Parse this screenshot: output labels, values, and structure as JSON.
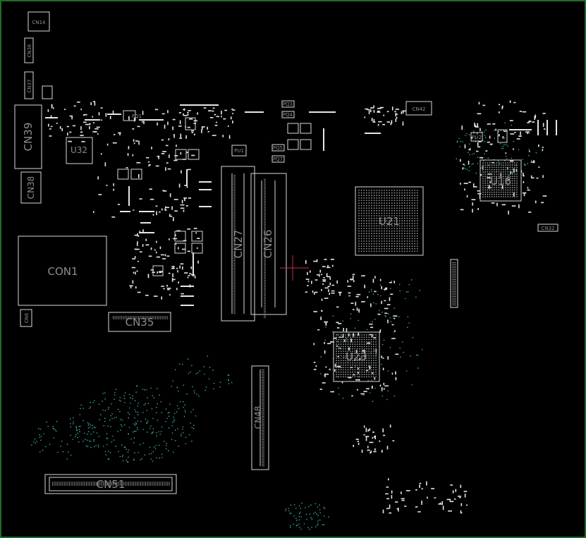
{
  "components": {
    "cn14": "CN14",
    "cn36": "CN36",
    "cn37": "CN37",
    "cn39": "CN39",
    "u32": "U32",
    "cn38": "CN38",
    "con1": "CON1",
    "cn6": "CN6",
    "cn35": "CN35",
    "cn51": "CN51",
    "cn27": "CN27",
    "cn26": "CN26",
    "cn48": "CN48",
    "u21": "U21",
    "u16": "U16",
    "u23": "U23",
    "cn42": "CN42",
    "cn32": "CN32",
    "pu1": "PU1",
    "pu2": "PU2",
    "pq1": "PQ1",
    "pq3": "PQ3",
    "pq4": "PQ4",
    "pq5": "PQ5",
    "pq7": "PQ7"
  },
  "colors": {
    "background": "#000000",
    "outline": "#d8d8d8",
    "label": "#8c8c8c",
    "pads": "#e6e6e6",
    "vias": "#3fb0a8",
    "frame": "#1e6b2a",
    "cursor": "#c0304a"
  }
}
